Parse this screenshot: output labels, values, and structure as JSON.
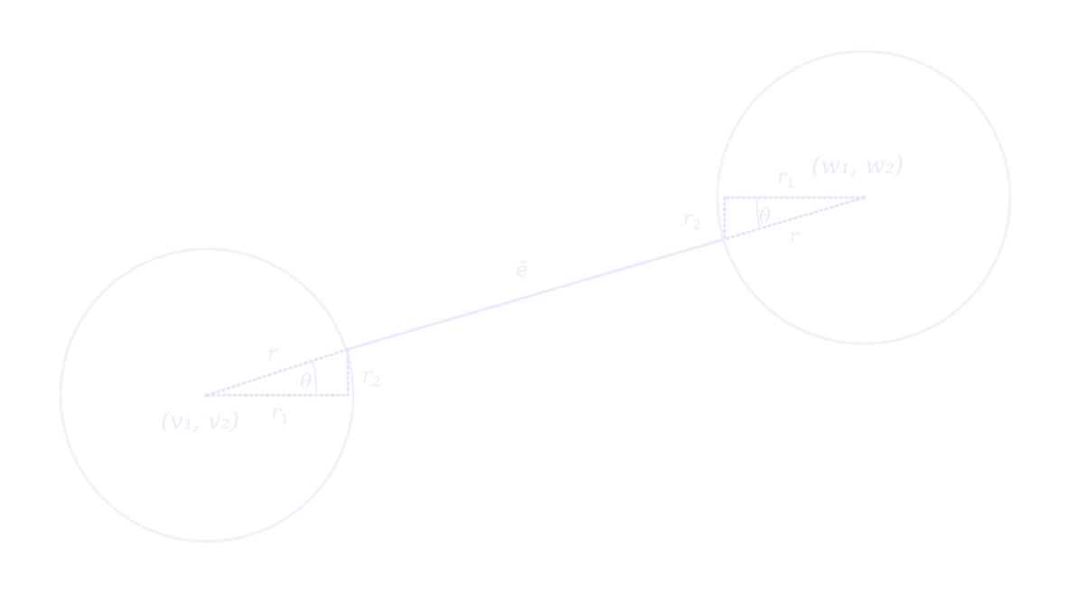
{
  "node_left": {
    "coord_label": "(v₁, v₂)",
    "side_label_r": "r",
    "side_label_r1": "r",
    "side_label_r1_sub": "1",
    "side_label_r2": "r",
    "side_label_r2_sub": "2",
    "angle_label": "θ"
  },
  "node_right": {
    "coord_label": "(w₁, w₂)",
    "side_label_r": "r",
    "side_label_r1": "r",
    "side_label_r1_sub": "1",
    "side_label_r2": "r",
    "side_label_r2_sub": "2",
    "angle_label": "θ"
  },
  "edge": {
    "label": "ẽ"
  },
  "colors": {
    "stroke": "#eceafc",
    "text": "#eceafb",
    "background": "#ffffff"
  }
}
